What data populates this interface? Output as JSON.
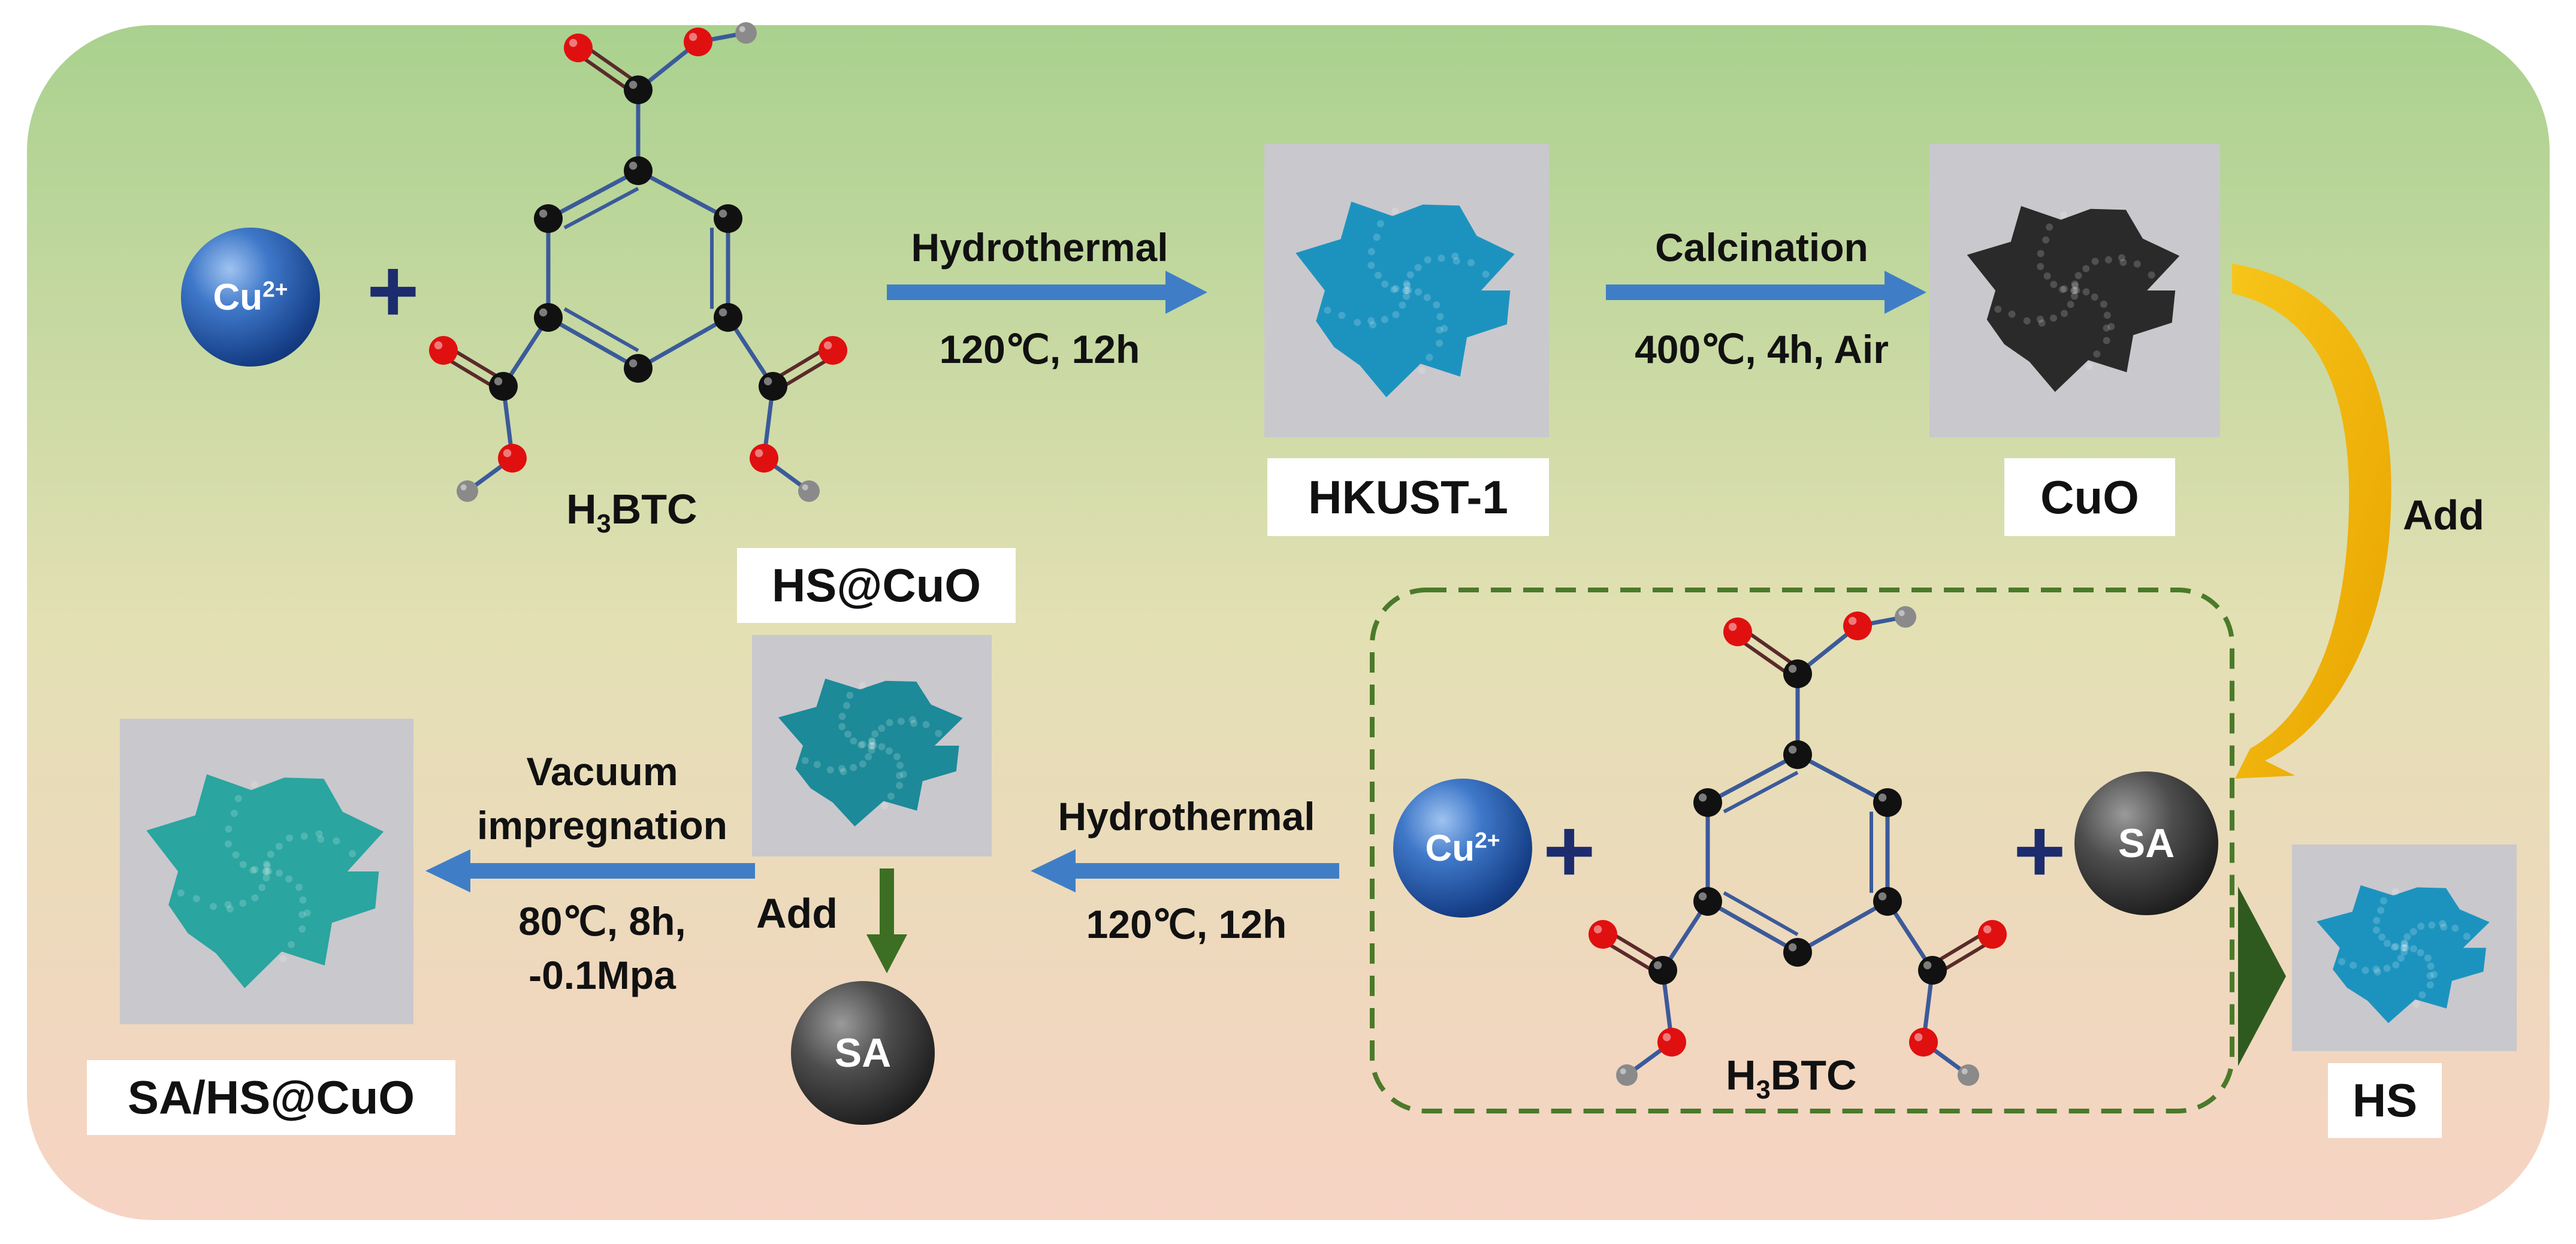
{
  "reactants": {
    "cu_ion": {
      "base": "Cu",
      "charge": "2+"
    },
    "linker": {
      "prefix": "H",
      "subscript": "3",
      "suffix": "BTC"
    },
    "sa": "SA",
    "plus": "+"
  },
  "steps": {
    "step1": {
      "method": "Hydrothermal",
      "conditions": "120℃, 12h"
    },
    "step2": {
      "method": "Calcination",
      "conditions": "400℃, 4h, Air"
    },
    "step3": {
      "method": "Hydrothermal",
      "conditions": "120℃, 12h"
    },
    "step4": {
      "method_line1": "Vacuum",
      "method_line2": "impregnation",
      "conditions_line1": "80℃, 8h,",
      "conditions_line2": "-0.1Mpa"
    }
  },
  "add_labels": {
    "to_mixture": "Add",
    "to_hs_cuo": "Add"
  },
  "products": {
    "hkust1": "HKUST-1",
    "cuo": "CuO",
    "hs": "HS",
    "hs_cuo": "HS@CuO",
    "sa_hs_cuo": "SA/HS@CuO"
  },
  "colors": {
    "bg_top": "#a9d18e",
    "bg_bottom": "#f6d5c6",
    "process_arrow": "#3f7ec6",
    "add_arrow": "#f2b400",
    "dark_green_arrow": "#2f5a1f",
    "dashed_box": "#4a7a2a",
    "oxygen": "#e01010",
    "carbon": "#111111",
    "hydrogen": "#8a8a8a",
    "bond": "#3b5a9a",
    "hkust_powder": "#1c93bf",
    "cuo_powder": "#2a2a2a",
    "hs_powder": "#1c93bf",
    "hs_cuo_powder": "#1c8a98",
    "sa_hs_cuo_powder": "#2aa5a0"
  }
}
